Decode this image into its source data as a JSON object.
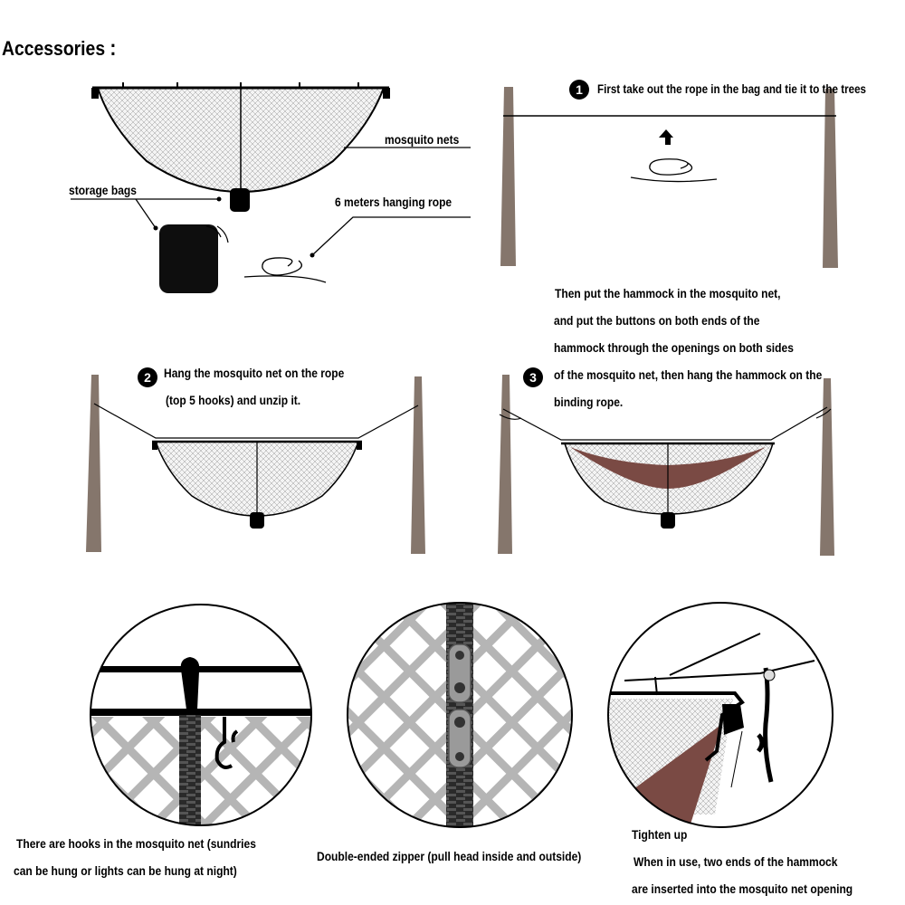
{
  "header": {
    "title": "Accessories",
    "title_colon": ":"
  },
  "accessories": {
    "mosquito_nets": "mosquito nets",
    "storage_bags": "storage bags",
    "hanging_rope": "6 meters hanging rope"
  },
  "steps": [
    {
      "number": "1",
      "lines": [
        "First take out the rope in the bag and tie it to the trees"
      ]
    },
    {
      "number": "2",
      "lines": [
        "Hang the mosquito net on the rope",
        "(top 5 hooks) and unzip it."
      ]
    },
    {
      "number": "3",
      "lines": [
        "Then put the hammock in the mosquito net,",
        "and put the buttons on both ends of the",
        "hammock through the openings on both sides",
        "of the mosquito net, then hang the hammock on the",
        "binding rope."
      ]
    }
  ],
  "details": [
    {
      "lines": [
        "There are hooks in the mosquito net (sundries",
        "can be hung or lights can be hung at night)"
      ]
    },
    {
      "lines": [
        "Double-ended zipper (pull head inside and outside)"
      ]
    },
    {
      "heading": "Tighten up",
      "lines": [
        "When in use, two ends of the hammock",
        "are inserted into the mosquito net opening"
      ]
    }
  ],
  "colors": {
    "tree": "#85766c",
    "net_fill": "#f3f3f3",
    "hammock": "#7a4a44",
    "ink": "#000000"
  },
  "icons": [
    "mosquito-net-icon",
    "storage-bag-icon",
    "rope-coil-icon",
    "tree-icon",
    "up-arrow-icon",
    "hook-icon",
    "zipper-icon",
    "hammock-icon"
  ]
}
